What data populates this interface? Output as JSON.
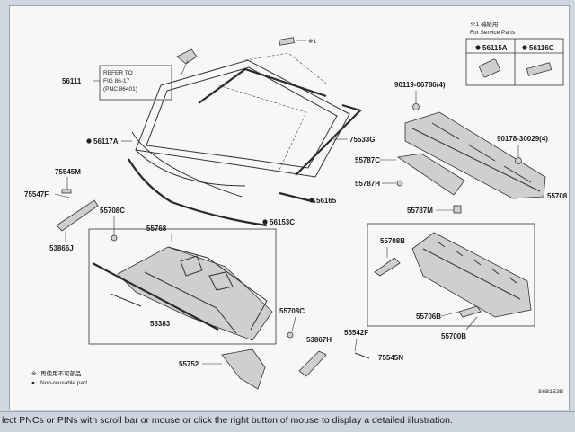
{
  "diagram": {
    "ref_note": [
      "REFER TO",
      "FIG 86-17",
      "(PNC 86401)"
    ],
    "service_parts": {
      "title": "※1 補給用",
      "subtitle": "For Service Parts",
      "items": [
        "56115A",
        "56116C"
      ]
    },
    "callouts": {
      "c56111": "56111",
      "c56117A": "56117A",
      "c75545M": "75545M",
      "c75547F": "75547F",
      "c53866J": "53866J",
      "c55708C_top": "55708C",
      "c55768": "55768",
      "c56153C": "56153C",
      "c56165": "56165",
      "c75533G": "75533G",
      "c90119": "90119-06786(4)",
      "c90178": "90178-30029(4)",
      "c55787C": "55787C",
      "c55787H": "55787H",
      "c55787M": "55787M",
      "c55708_right": "55708",
      "c55708B": "55708B",
      "c55706B": "55706B",
      "c55700B": "55700B",
      "c55708C_bottom": "55708C",
      "c53383": "53383",
      "c55752": "55752",
      "c53867H": "53867H",
      "c55542F": "55542F",
      "c75545N": "75545N",
      "c81": "※1"
    },
    "legend": [
      {
        "symbol": "※",
        "text": "再使用不可部品"
      },
      {
        "symbol": "●",
        "text": "Non-reusable part"
      }
    ],
    "fig_code": "S6B1E3B"
  },
  "status": {
    "text": "lect PNCs or PINs with scroll bar or mouse or click the right button of mouse to display a detailed illustration."
  }
}
